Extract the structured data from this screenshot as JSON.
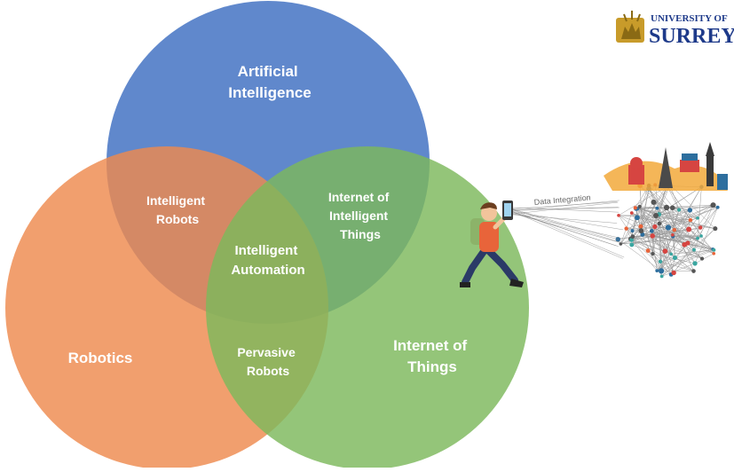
{
  "diagram": {
    "circles": {
      "ai": {
        "label_lines": [
          "Artificial",
          "Intelligence"
        ],
        "color": "#4F7BC6"
      },
      "robotics": {
        "label_lines": [
          "Robotics"
        ],
        "color": "#EE8A4E"
      },
      "iot": {
        "label_lines": [
          "Internet of",
          "Things"
        ],
        "color": "#7DB85C"
      }
    },
    "overlaps": {
      "ai_robotics": {
        "label_lines": [
          "Intelligent",
          "Robots"
        ]
      },
      "ai_iot": {
        "label_lines": [
          "Internet of",
          "Intelligent",
          "Things"
        ]
      },
      "center": {
        "label_lines": [
          "Intelligent",
          "Automation"
        ]
      },
      "robotics_iot": {
        "label_lines": [
          "Pervasive",
          "Robots"
        ]
      }
    }
  },
  "illustration": {
    "caption": "Data Integration",
    "icons": [
      "walking-person-with-phone-icon",
      "network-globe-icon",
      "landmarks-icon"
    ]
  },
  "logo": {
    "line1": "UNIVERSITY OF",
    "line2": "SURREY",
    "color": "#1E3A8A",
    "emblem_color": "#C89B2A"
  }
}
